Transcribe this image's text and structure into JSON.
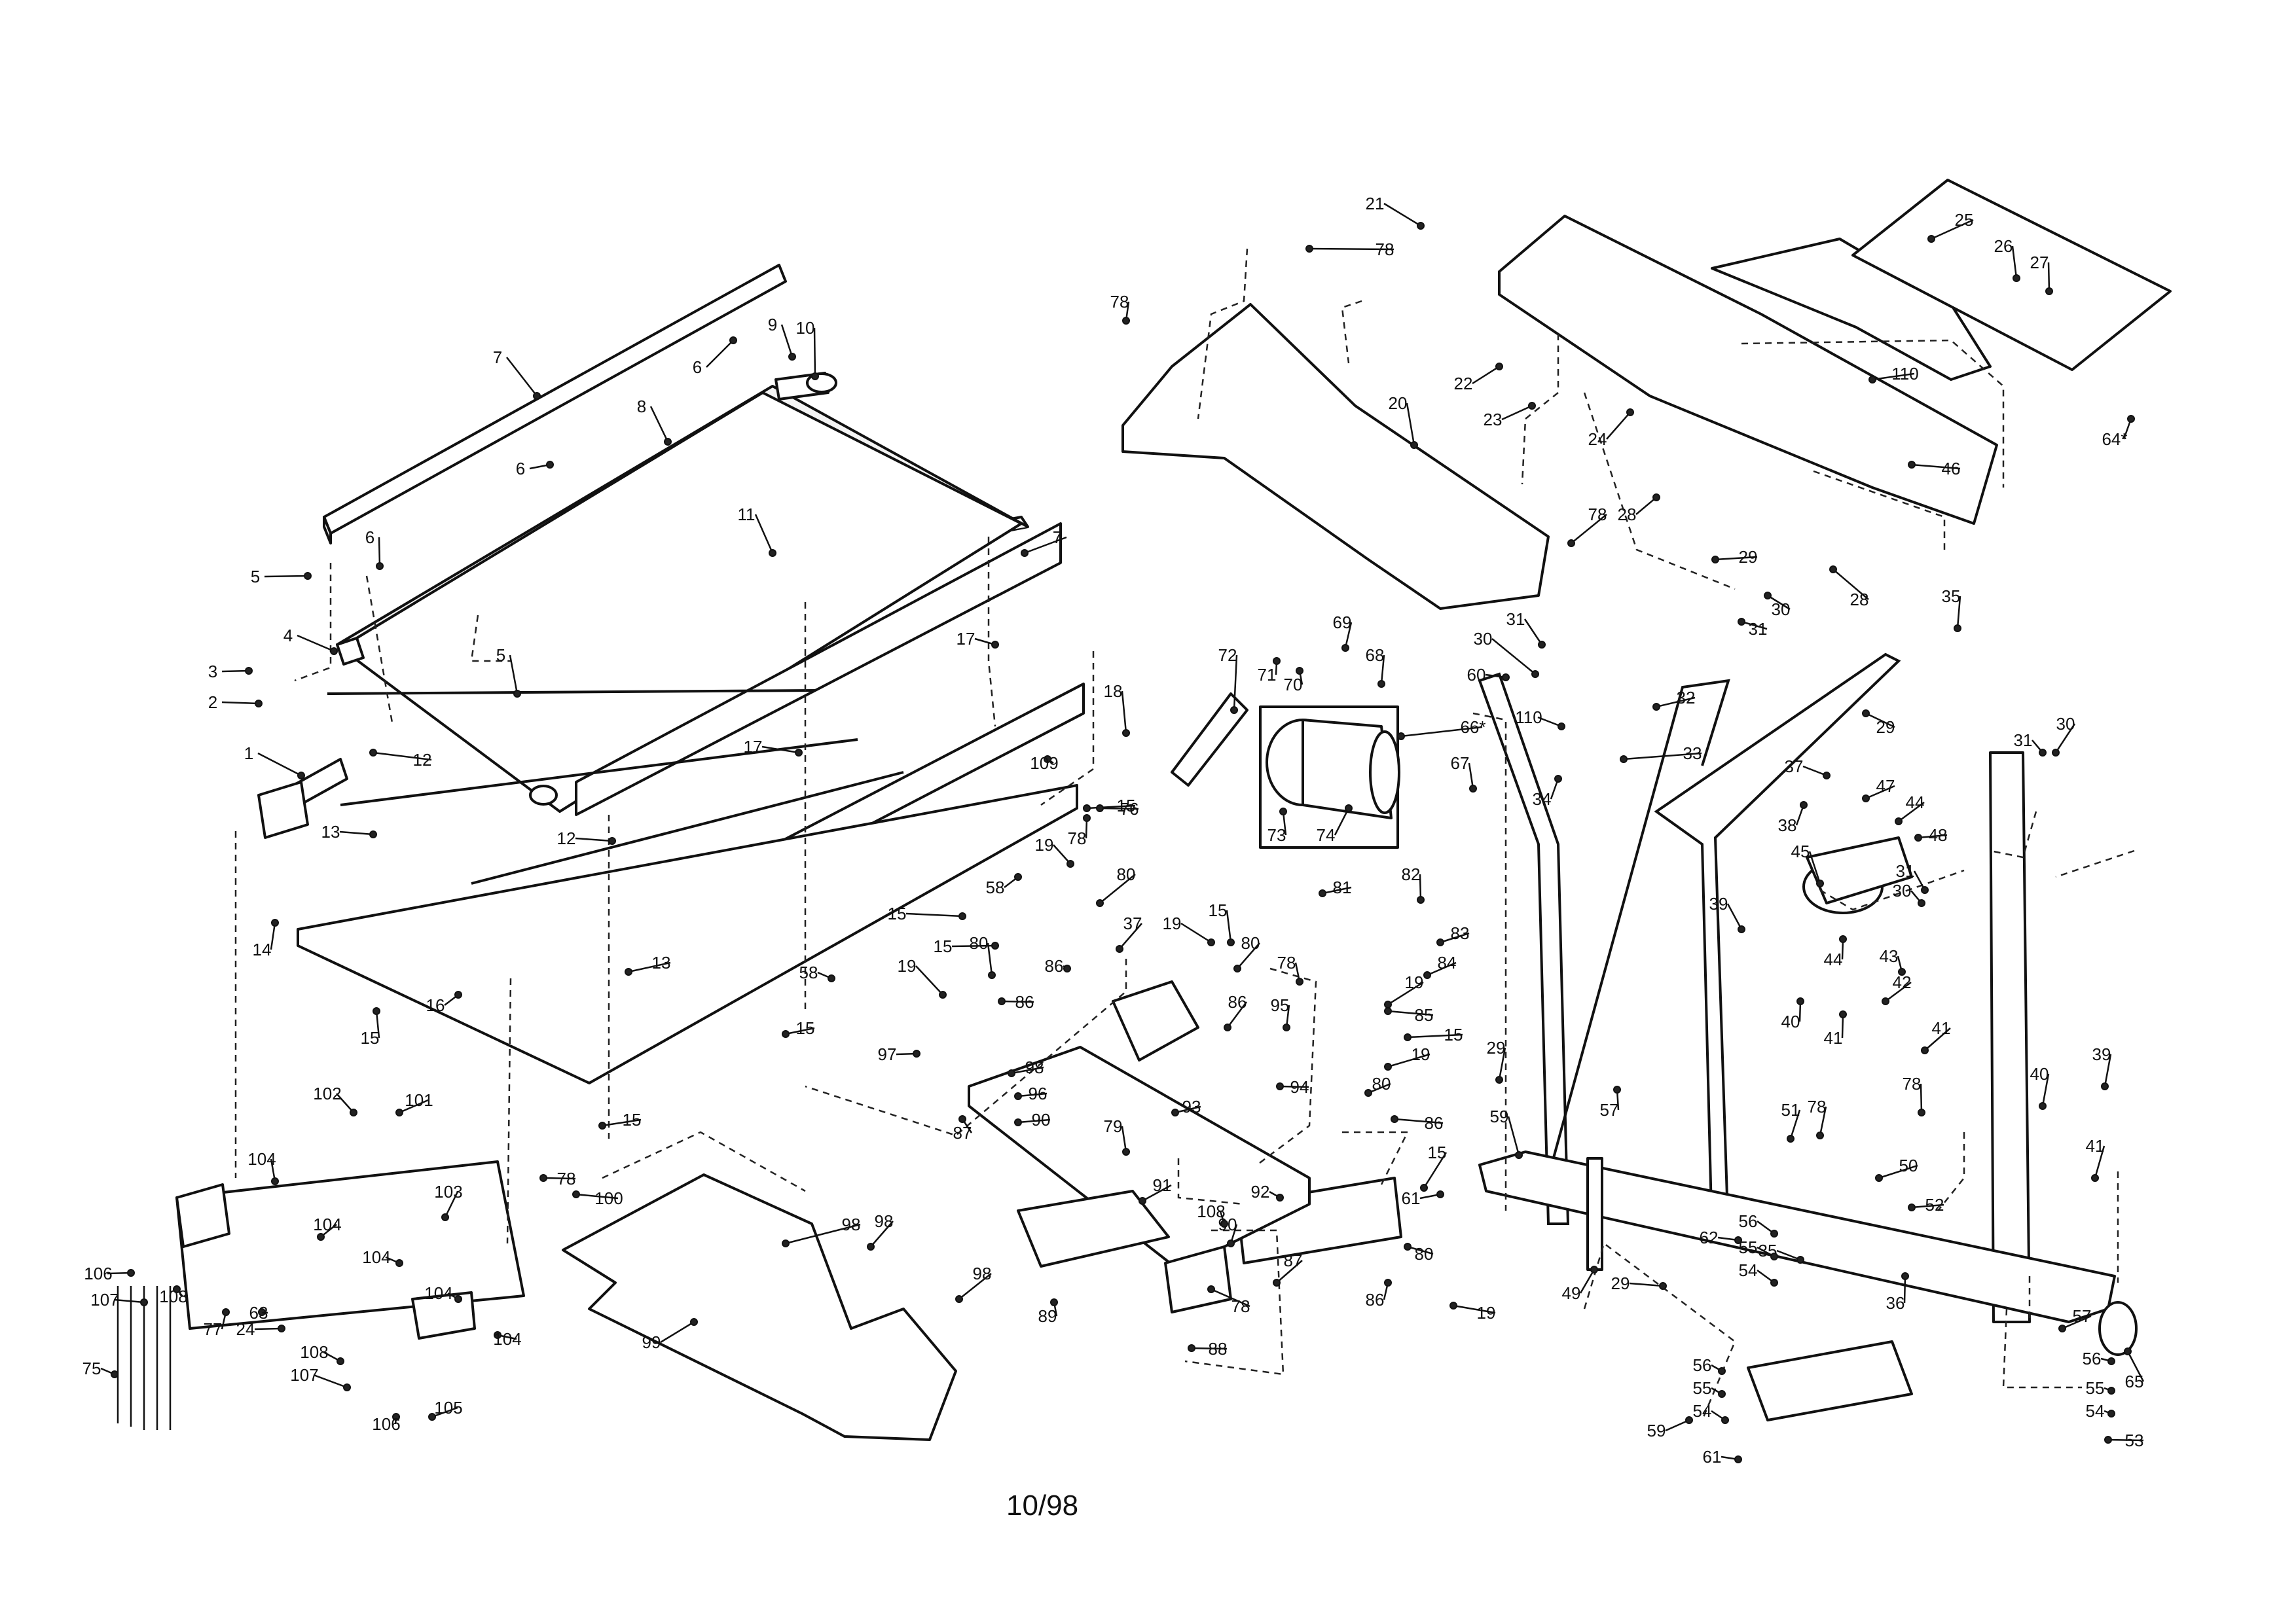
{
  "footer": {
    "date_code": "10/98"
  },
  "callouts": [
    {
      "id": "c1",
      "text": "1"
    },
    {
      "id": "c2",
      "text": "2"
    },
    {
      "id": "c3",
      "text": "3"
    },
    {
      "id": "c4",
      "text": "4"
    },
    {
      "id": "c5a",
      "text": "5"
    },
    {
      "id": "c5b",
      "text": "5"
    },
    {
      "id": "c6a",
      "text": "6"
    },
    {
      "id": "c6b",
      "text": "6"
    },
    {
      "id": "c6c",
      "text": "6"
    },
    {
      "id": "c7a",
      "text": "7"
    },
    {
      "id": "c7b",
      "text": "7"
    },
    {
      "id": "c8",
      "text": "8"
    },
    {
      "id": "c9",
      "text": "9"
    },
    {
      "id": "c10",
      "text": "10"
    },
    {
      "id": "c11",
      "text": "11"
    },
    {
      "id": "c12a",
      "text": "12"
    },
    {
      "id": "c12b",
      "text": "12"
    },
    {
      "id": "c13a",
      "text": "13"
    },
    {
      "id": "c13b",
      "text": "13"
    },
    {
      "id": "c14",
      "text": "14"
    },
    {
      "id": "c15a",
      "text": "15"
    },
    {
      "id": "c15b",
      "text": "15"
    },
    {
      "id": "c15c",
      "text": "15"
    },
    {
      "id": "c15d",
      "text": "15"
    },
    {
      "id": "c15e",
      "text": "15"
    },
    {
      "id": "c15f",
      "text": "15"
    },
    {
      "id": "c15g",
      "text": "15"
    },
    {
      "id": "c15h",
      "text": "15"
    },
    {
      "id": "c15i",
      "text": "15"
    },
    {
      "id": "c16",
      "text": "16"
    },
    {
      "id": "c17a",
      "text": "17"
    },
    {
      "id": "c17b",
      "text": "17"
    },
    {
      "id": "c18",
      "text": "18"
    },
    {
      "id": "c19a",
      "text": "19"
    },
    {
      "id": "c19b",
      "text": "19"
    },
    {
      "id": "c19c",
      "text": "19"
    },
    {
      "id": "c19d",
      "text": "19"
    },
    {
      "id": "c19e",
      "text": "19"
    },
    {
      "id": "c19f",
      "text": "19"
    },
    {
      "id": "c20",
      "text": "20"
    },
    {
      "id": "c21",
      "text": "21"
    },
    {
      "id": "c22",
      "text": "22"
    },
    {
      "id": "c23",
      "text": "23"
    },
    {
      "id": "c24a",
      "text": "24"
    },
    {
      "id": "c24b",
      "text": "24"
    },
    {
      "id": "c25",
      "text": "25"
    },
    {
      "id": "c26",
      "text": "26"
    },
    {
      "id": "c27",
      "text": "27"
    },
    {
      "id": "c28a",
      "text": "28"
    },
    {
      "id": "c28b",
      "text": "28"
    },
    {
      "id": "c29a",
      "text": "29"
    },
    {
      "id": "c29b",
      "text": "29"
    },
    {
      "id": "c29c",
      "text": "29"
    },
    {
      "id": "c29d",
      "text": "29"
    },
    {
      "id": "c30a",
      "text": "30"
    },
    {
      "id": "c30b",
      "text": "30"
    },
    {
      "id": "c30c",
      "text": "30"
    },
    {
      "id": "c30d",
      "text": "30"
    },
    {
      "id": "c31a",
      "text": "31"
    },
    {
      "id": "c31b",
      "text": "31"
    },
    {
      "id": "c31c",
      "text": "31"
    },
    {
      "id": "c31d",
      "text": "31"
    },
    {
      "id": "c32",
      "text": "32"
    },
    {
      "id": "c33",
      "text": "33"
    },
    {
      "id": "c34",
      "text": "34"
    },
    {
      "id": "c35a",
      "text": "35"
    },
    {
      "id": "c35b",
      "text": "35"
    },
    {
      "id": "c36",
      "text": "36"
    },
    {
      "id": "c37a",
      "text": "37"
    },
    {
      "id": "c37b",
      "text": "37"
    },
    {
      "id": "c38",
      "text": "38"
    },
    {
      "id": "c39a",
      "text": "39"
    },
    {
      "id": "c39b",
      "text": "39"
    },
    {
      "id": "c40a",
      "text": "40"
    },
    {
      "id": "c40b",
      "text": "40"
    },
    {
      "id": "c41a",
      "text": "41"
    },
    {
      "id": "c41b",
      "text": "41"
    },
    {
      "id": "c41c",
      "text": "41"
    },
    {
      "id": "c42",
      "text": "42"
    },
    {
      "id": "c43",
      "text": "43"
    },
    {
      "id": "c44a",
      "text": "44"
    },
    {
      "id": "c44b",
      "text": "44"
    },
    {
      "id": "c45",
      "text": "45"
    },
    {
      "id": "c46",
      "text": "46"
    },
    {
      "id": "c47",
      "text": "47"
    },
    {
      "id": "c48",
      "text": "48"
    },
    {
      "id": "c49",
      "text": "49"
    },
    {
      "id": "c50",
      "text": "50"
    },
    {
      "id": "c51",
      "text": "51"
    },
    {
      "id": "c52",
      "text": "52"
    },
    {
      "id": "c53",
      "text": "53"
    },
    {
      "id": "c54a",
      "text": "54"
    },
    {
      "id": "c54b",
      "text": "54"
    },
    {
      "id": "c54c",
      "text": "54"
    },
    {
      "id": "c55a",
      "text": "55"
    },
    {
      "id": "c55b",
      "text": "55"
    },
    {
      "id": "c55c",
      "text": "55"
    },
    {
      "id": "c56a",
      "text": "56"
    },
    {
      "id": "c56b",
      "text": "56"
    },
    {
      "id": "c56c",
      "text": "56"
    },
    {
      "id": "c57a",
      "text": "57"
    },
    {
      "id": "c57b",
      "text": "57"
    },
    {
      "id": "c58a",
      "text": "58"
    },
    {
      "id": "c58b",
      "text": "58"
    },
    {
      "id": "c59a",
      "text": "59"
    },
    {
      "id": "c59b",
      "text": "59"
    },
    {
      "id": "c60",
      "text": "60"
    },
    {
      "id": "c61a",
      "text": "61"
    },
    {
      "id": "c61b",
      "text": "61"
    },
    {
      "id": "c62",
      "text": "62"
    },
    {
      "id": "c63",
      "text": "63"
    },
    {
      "id": "c64",
      "text": "64*"
    },
    {
      "id": "c65",
      "text": "65"
    },
    {
      "id": "c66",
      "text": "66*"
    },
    {
      "id": "c67",
      "text": "67"
    },
    {
      "id": "c68",
      "text": "68"
    },
    {
      "id": "c69",
      "text": "69"
    },
    {
      "id": "c70",
      "text": "70"
    },
    {
      "id": "c71",
      "text": "71"
    },
    {
      "id": "c72",
      "text": "72"
    },
    {
      "id": "c73",
      "text": "73"
    },
    {
      "id": "c74",
      "text": "74"
    },
    {
      "id": "c75",
      "text": "75"
    },
    {
      "id": "c76",
      "text": "76"
    },
    {
      "id": "c77",
      "text": "77"
    },
    {
      "id": "c78a",
      "text": "78"
    },
    {
      "id": "c78b",
      "text": "78"
    },
    {
      "id": "c78c",
      "text": "78"
    },
    {
      "id": "c78d",
      "text": "78"
    },
    {
      "id": "c78e",
      "text": "78"
    },
    {
      "id": "c78f",
      "text": "78"
    },
    {
      "id": "c78g",
      "text": "78"
    },
    {
      "id": "c78h",
      "text": "78"
    },
    {
      "id": "c78i",
      "text": "78"
    },
    {
      "id": "c79",
      "text": "79"
    },
    {
      "id": "c80a",
      "text": "80"
    },
    {
      "id": "c80b",
      "text": "80"
    },
    {
      "id": "c80c",
      "text": "80"
    },
    {
      "id": "c80d",
      "text": "80"
    },
    {
      "id": "c80e",
      "text": "80"
    },
    {
      "id": "c81",
      "text": "81"
    },
    {
      "id": "c82",
      "text": "82"
    },
    {
      "id": "c83",
      "text": "83"
    },
    {
      "id": "c84",
      "text": "84"
    },
    {
      "id": "c85",
      "text": "85"
    },
    {
      "id": "c86a",
      "text": "86"
    },
    {
      "id": "c86b",
      "text": "86"
    },
    {
      "id": "c86c",
      "text": "86"
    },
    {
      "id": "c86d",
      "text": "86"
    },
    {
      "id": "c86e",
      "text": "86"
    },
    {
      "id": "c87a",
      "text": "87"
    },
    {
      "id": "c87b",
      "text": "87"
    },
    {
      "id": "c88",
      "text": "88"
    },
    {
      "id": "c89",
      "text": "89"
    },
    {
      "id": "c90a",
      "text": "90"
    },
    {
      "id": "c90b",
      "text": "90"
    },
    {
      "id": "c91",
      "text": "91"
    },
    {
      "id": "c92",
      "text": "92"
    },
    {
      "id": "c93",
      "text": "93"
    },
    {
      "id": "c94",
      "text": "94"
    },
    {
      "id": "c95",
      "text": "95"
    },
    {
      "id": "c96",
      "text": "96"
    },
    {
      "id": "c97",
      "text": "97"
    },
    {
      "id": "c98a",
      "text": "98"
    },
    {
      "id": "c98b",
      "text": "98"
    },
    {
      "id": "c98c",
      "text": "98"
    },
    {
      "id": "c98d",
      "text": "98"
    },
    {
      "id": "c99",
      "text": "99"
    },
    {
      "id": "c100",
      "text": "100"
    },
    {
      "id": "c101",
      "text": "101"
    },
    {
      "id": "c102",
      "text": "102"
    },
    {
      "id": "c103",
      "text": "103"
    },
    {
      "id": "c104a",
      "text": "104"
    },
    {
      "id": "c104b",
      "text": "104"
    },
    {
      "id": "c104c",
      "text": "104"
    },
    {
      "id": "c104d",
      "text": "104"
    },
    {
      "id": "c104e",
      "text": "104"
    },
    {
      "id": "c105",
      "text": "105"
    },
    {
      "id": "c106a",
      "text": "106"
    },
    {
      "id": "c106b",
      "text": "106"
    },
    {
      "id": "c107a",
      "text": "107"
    },
    {
      "id": "c107b",
      "text": "107"
    },
    {
      "id": "c108a",
      "text": "108"
    },
    {
      "id": "c108b",
      "text": "108"
    },
    {
      "id": "c108c",
      "text": "108"
    },
    {
      "id": "c109",
      "text": "109"
    },
    {
      "id": "c110a",
      "text": "110"
    },
    {
      "id": "c110b",
      "text": "110"
    }
  ]
}
